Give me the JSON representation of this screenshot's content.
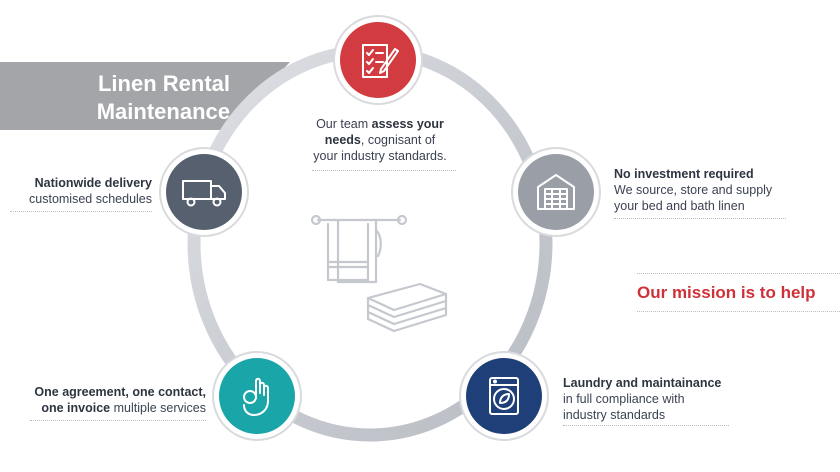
{
  "banner": {
    "title_line1": "Linen Rental",
    "title_line2": "Maintenance"
  },
  "colors": {
    "assess": "#d23b3f",
    "warehouse": "#9a9ea7",
    "laundry": "#1e3f78",
    "agreement": "#1aa5a8",
    "delivery": "#56606f",
    "ring": "#d3d5da",
    "mission": "#cf3139"
  },
  "steps": {
    "assess": {
      "icon": "clipboard-check-icon",
      "line1_pre": "Our team ",
      "line1_bold": "assess your",
      "line2_bold": "needs",
      "line2_rest": ", cognisant of",
      "line3": "your industry standards."
    },
    "investment": {
      "icon": "warehouse-icon",
      "title": "No investment required",
      "line2": "We source, store and supply",
      "line3": "your bed and bath linen"
    },
    "laundry": {
      "icon": "washing-machine-icon",
      "title": "Laundry and maintainance",
      "line2": "in full compliance with",
      "line3": "industry standards"
    },
    "agreement": {
      "icon": "ok-hand-icon",
      "line1": "One agreement, one contact,",
      "line2_bold": "one invoice",
      "line2_rest": " multiple services"
    },
    "delivery": {
      "icon": "delivery-truck-icon",
      "title": "Nationwide delivery",
      "line2": "customised schedules"
    }
  },
  "center_icon": "towel-stack-icon",
  "mission": {
    "text": "Our mission is to help"
  }
}
